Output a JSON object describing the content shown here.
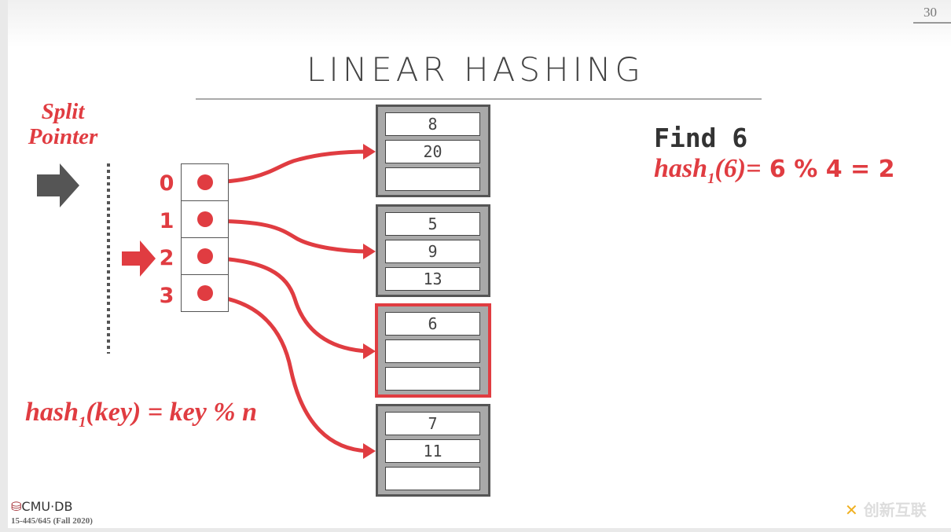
{
  "slide": {
    "title": "LINEAR HASHING",
    "page_number": "30"
  },
  "split_pointer": {
    "label_line1": "Split",
    "label_line2": "Pointer"
  },
  "directory": [
    "0",
    "1",
    "2",
    "3"
  ],
  "buckets": [
    [
      "8",
      "20",
      ""
    ],
    [
      "5",
      "9",
      "13"
    ],
    [
      "6",
      "",
      ""
    ],
    [
      "7",
      "11",
      ""
    ]
  ],
  "query": {
    "title": "Find 6",
    "hash_name": "hash",
    "hash_sub": "1",
    "hash_arg": "(6)",
    "hash_eq": "=",
    "hash_result": " 6 % 4 = 2"
  },
  "formula": {
    "name": "hash",
    "sub": "1",
    "rest": "(key) = key % n"
  },
  "footer": {
    "logo": "CMU·DB",
    "course": "15-445/645 (Fall 2020)",
    "watermark": "创新互联"
  },
  "colors": {
    "accent": "#e03c41",
    "arrow_gray": "#555555"
  }
}
